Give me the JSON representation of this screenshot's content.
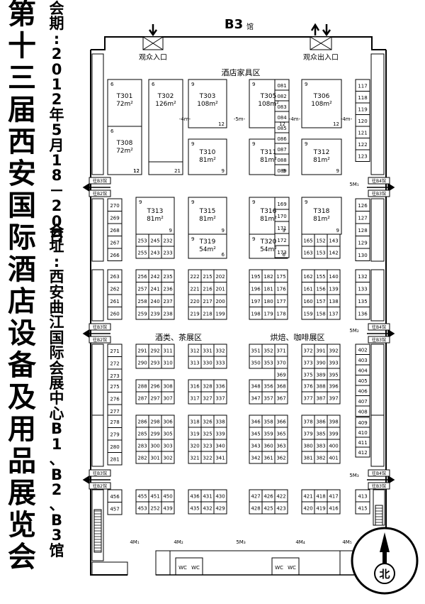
{
  "title": "第十三届西安国际酒店设备及用品展览会",
  "dates": "会期:2012年5月18－20日",
  "venue": "会址:西安曲江国际会展中心B1 、B2 、B3馆",
  "hall_name": "B3",
  "hall_suffix": "馆",
  "entrance_left": "观众入口",
  "entrance_right": "观众出入口",
  "zone_hotel_furniture": "酒店家具区",
  "zone_wine_tea": "酒类、茶展区",
  "zone_bakery_coffee": "烘焙、咖啡展区",
  "compass": "北",
  "to_b3": "往B3馆",
  "to_b2": "往B2馆",
  "to_b4": "往B4馆",
  "to_b3_alt": "往B3馆",
  "wc": "WC",
  "aisle_4m": "-4m-",
  "aisle_5m": "-5m-",
  "m1": "5M₁",
  "m2": "5M₂",
  "m3": "5M₃",
  "bottom_labels": [
    "4M₁",
    "4M₂",
    "5M₃",
    "4M₄",
    "4M₅"
  ],
  "big_booths": [
    {
      "id": "T301",
      "area": "72m²",
      "n1": "6",
      "n2": "12"
    },
    {
      "id": "T302",
      "area": "126m²",
      "n1": "6",
      "n2": "21"
    },
    {
      "id": "T303",
      "area": "108m²",
      "n1": "9",
      "n2": "12"
    },
    {
      "id": "T305",
      "area": "108m²",
      "n1": "9",
      "n2": "12"
    },
    {
      "id": "T306",
      "area": "108m²",
      "n1": "9",
      "n2": "12"
    },
    {
      "id": "T308",
      "area": "72m²",
      "n1": "6",
      "n2": "12"
    },
    {
      "id": "T310",
      "area": "81m²",
      "n1": "9",
      "n2": "9"
    },
    {
      "id": "T311",
      "area": "81m²",
      "n1": "9",
      "n2": "9"
    },
    {
      "id": "T312",
      "area": "81m²",
      "n1": "9",
      "n2": "9"
    },
    {
      "id": "T313",
      "area": "81m²",
      "n1": "9",
      "n2": "9"
    },
    {
      "id": "T315",
      "area": "81m²",
      "n1": "9",
      "n2": "9"
    },
    {
      "id": "T316",
      "area": "81m²",
      "n1": "9",
      "n2": "9"
    },
    {
      "id": "T318",
      "area": "81m²",
      "n1": "9",
      "n2": "9"
    },
    {
      "id": "T319",
      "area": "54m²",
      "n1": "9",
      "n2": "6"
    },
    {
      "id": "T320",
      "area": "54m²",
      "n1": "9",
      "n2": "6"
    }
  ],
  "left_col": [
    "270",
    "269",
    "268",
    "267",
    "266",
    "263",
    "262",
    "261",
    "260",
    "271",
    "272",
    "273",
    "275",
    "276",
    "277",
    "278",
    "279",
    "280",
    "281",
    "456",
    "457"
  ],
  "right_col": [
    "117",
    "118",
    "119",
    "120",
    "121",
    "122",
    "123",
    "126",
    "127",
    "128",
    "129",
    "130",
    "132",
    "133",
    "135",
    "136",
    "402",
    "403",
    "404",
    "405",
    "406",
    "407",
    "408",
    "409",
    "410",
    "411",
    "412",
    "413",
    "415"
  ],
  "small_081": [
    "081",
    "082",
    "083",
    "084",
    "085",
    "086",
    "087",
    "088",
    "089"
  ],
  "small_169": [
    "169",
    "170",
    "171",
    "172",
    "173"
  ],
  "grid_a": [
    [
      "253",
      "245",
      "232"
    ],
    [
      "255",
      "243",
      "233"
    ]
  ],
  "grid_b": [
    [
      "165",
      "152",
      "143"
    ],
    [
      "163",
      "153",
      "142"
    ]
  ],
  "grid_c": [
    [
      "256",
      "242",
      "235"
    ],
    [
      "257",
      "241",
      "236"
    ],
    [
      "258",
      "240",
      "237"
    ],
    [
      "259",
      "239",
      "238"
    ]
  ],
  "grid_d": [
    [
      "222",
      "215",
      "202"
    ],
    [
      "221",
      "216",
      "201"
    ],
    [
      "220",
      "217",
      "200"
    ],
    [
      "219",
      "218",
      "199"
    ]
  ],
  "grid_e": [
    [
      "195",
      "182",
      "175"
    ],
    [
      "196",
      "181",
      "176"
    ],
    [
      "197",
      "180",
      "177"
    ],
    [
      "198",
      "179",
      "178"
    ]
  ],
  "grid_f": [
    [
      "162",
      "155",
      "140"
    ],
    [
      "161",
      "156",
      "139"
    ],
    [
      "160",
      "157",
      "138"
    ],
    [
      "159",
      "158",
      "137"
    ]
  ],
  "grid_g": [
    [
      "291",
      "292",
      "311"
    ],
    [
      "290",
      "293",
      "310"
    ]
  ],
  "grid_h": [
    [
      "312",
      "331",
      "332"
    ],
    [
      "313",
      "330",
      "333"
    ]
  ],
  "grid_i": [
    [
      "351",
      "352",
      "371"
    ],
    [
      "350",
      "353",
      "370"
    ],
    [
      "",
      "",
      "369"
    ]
  ],
  "grid_j": [
    [
      "372",
      "391",
      "392"
    ],
    [
      "373",
      "390",
      "393"
    ],
    [
      "375",
      "389",
      "395"
    ]
  ],
  "grid_k": [
    [
      "288",
      "296",
      "308"
    ],
    [
      "287",
      "297",
      "307"
    ]
  ],
  "grid_l": [
    [
      "316",
      "328",
      "336"
    ],
    [
      "317",
      "327",
      "337"
    ]
  ],
  "grid_m": [
    [
      "348",
      "356",
      "368"
    ],
    [
      "347",
      "357",
      "367"
    ]
  ],
  "grid_n": [
    [
      "376",
      "388",
      "396"
    ],
    [
      "377",
      "387",
      "397"
    ]
  ],
  "grid_o": [
    [
      "286",
      "298",
      "306"
    ],
    [
      "285",
      "299",
      "305"
    ],
    [
      "283",
      "300",
      "303"
    ],
    [
      "282",
      "301",
      "302"
    ]
  ],
  "grid_p": [
    [
      "318",
      "326",
      "338"
    ],
    [
      "319",
      "325",
      "339"
    ],
    [
      "320",
      "323",
      "340"
    ],
    [
      "321",
      "322",
      "341"
    ]
  ],
  "grid_q": [
    [
      "346",
      "358",
      "366"
    ],
    [
      "345",
      "359",
      "365"
    ],
    [
      "343",
      "360",
      "363"
    ],
    [
      "342",
      "361",
      "362"
    ]
  ],
  "grid_r": [
    [
      "378",
      "386",
      "398"
    ],
    [
      "379",
      "385",
      "399"
    ],
    [
      "380",
      "383",
      "400"
    ],
    [
      "381",
      "382",
      "401"
    ]
  ],
  "grid_s": [
    [
      "455",
      "451",
      "450"
    ],
    [
      "453",
      "252",
      "439"
    ]
  ],
  "grid_t": [
    [
      "436",
      "431",
      "430"
    ],
    [
      "435",
      "432",
      "429"
    ]
  ],
  "grid_u": [
    [
      "427",
      "426",
      "422"
    ],
    [
      "428",
      "425",
      "423"
    ]
  ],
  "grid_v": [
    [
      "421",
      "418",
      "417"
    ],
    [
      "420",
      "419",
      "416"
    ]
  ]
}
